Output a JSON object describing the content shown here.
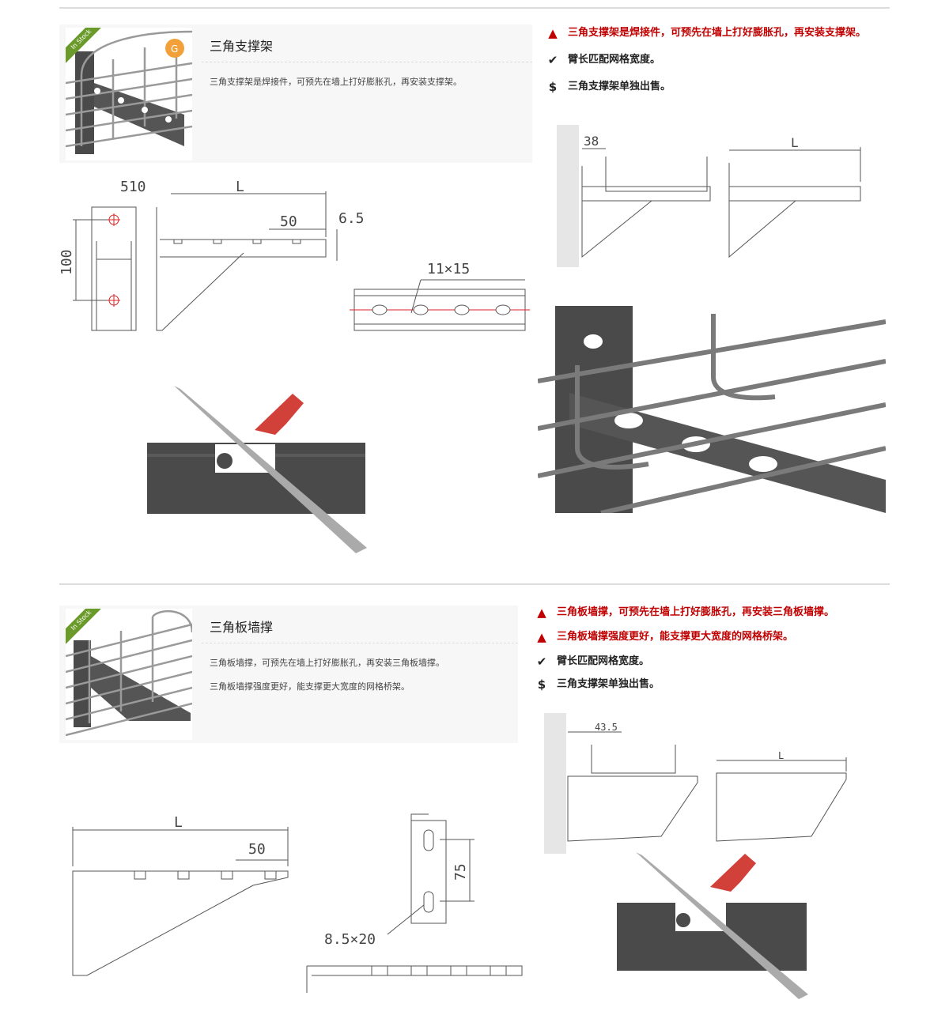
{
  "section1": {
    "badge": "In Stock",
    "title": "三角支撑架",
    "description": "三角支撑架是焊接件，可预先在墙上打好膨胀孔，再安装支撑架。",
    "notes": [
      {
        "icon": "warning-icon",
        "text": "三角支撑架是焊接件，可预先在墙上打好膨胀孔，再安装支撑架。"
      },
      {
        "icon": "check-icon",
        "text": "臂长匹配网格宽度。"
      },
      {
        "icon": "dollar-icon",
        "text": "三角支撑架单独出售。"
      }
    ],
    "drawing_dims": {
      "hole_spacing": "510",
      "height": "100",
      "length": "L",
      "slot_pitch": "50",
      "thickness": "6.5",
      "slot_size": "11×15"
    },
    "install_dims": {
      "offset": "38",
      "length": "L"
    }
  },
  "section2": {
    "badge": "In Stock",
    "title": "三角板墙撑",
    "description_1": "三角板墙撑，可预先在墙上打好膨胀孔，再安装三角板墙撑。",
    "description_2": "三角板墙撑强度更好，能支撑更大宽度的网格桥架。",
    "notes": [
      {
        "icon": "warning-icon",
        "text": "三角板墙撑，可预先在墙上打好膨胀孔，再安装三角板墙撑。"
      },
      {
        "icon": "warning-icon",
        "text": "三角板墙撑强度更好，能支撑更大宽度的网格桥架。"
      },
      {
        "icon": "check-icon",
        "text": "臂长匹配网格宽度。"
      },
      {
        "icon": "dollar-icon",
        "text": "三角支撑架单独出售。"
      }
    ],
    "drawing_dims": {
      "length": "L",
      "slot_pitch": "50",
      "hole_spacing": "75",
      "slot_size": "8.5×20"
    },
    "install_dims": {
      "offset": "43.5",
      "length": "L"
    }
  },
  "colors": {
    "warning": "#c00000",
    "ribbon": "#6a9a2a",
    "metal": "#4a4a4a",
    "wire": "#8a8a8a",
    "arrow": "#d2403a"
  }
}
